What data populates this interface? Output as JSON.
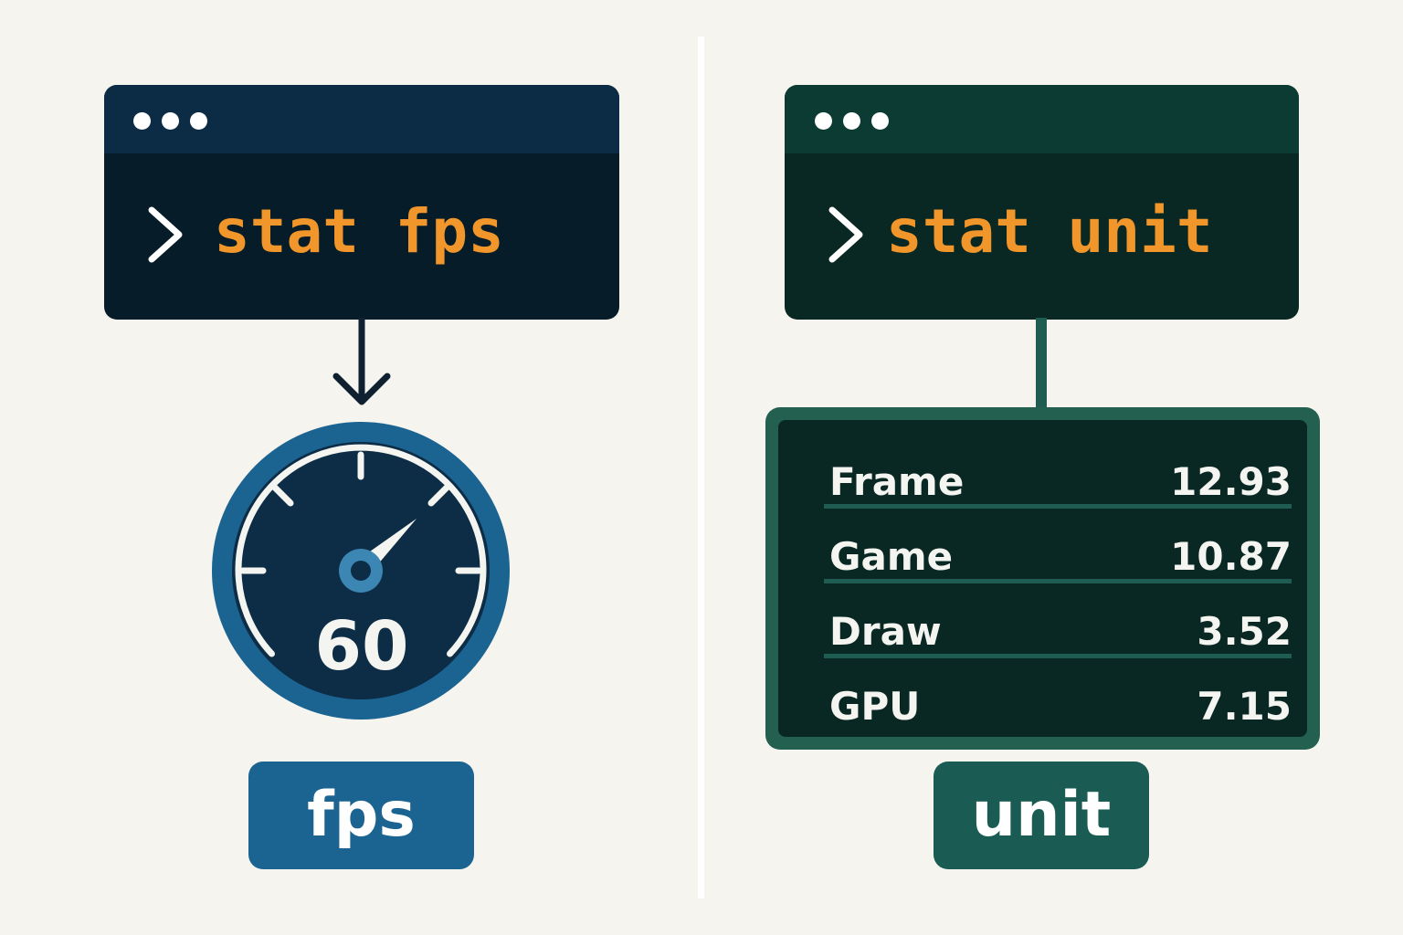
{
  "left_panel": {
    "console": {
      "command": "stat fps",
      "titlebar_dots": 3,
      "background": "#071c29",
      "titlebar_color": "#0c2c46"
    },
    "gauge": {
      "value_text": "60",
      "color": "#1b6390"
    },
    "badge_label": "fps",
    "badge_color": "#1b6390"
  },
  "right_panel": {
    "console": {
      "command": "stat unit",
      "titlebar_dots": 3,
      "background": "#0a2823",
      "titlebar_color": "#0c3b33"
    },
    "stats": [
      {
        "label": "Frame",
        "value": "12.93"
      },
      {
        "label": "Game",
        "value": "10.87"
      },
      {
        "label": "Draw",
        "value": "3.52"
      },
      {
        "label": "GPU",
        "value": "7.15"
      }
    ],
    "badge_label": "unit",
    "badge_color": "#1a5c53"
  },
  "icons": {
    "prompt": "chevron-right-icon",
    "arrow": "arrow-down-icon",
    "gauge": "speedometer-icon"
  },
  "accent_colors": {
    "command_text": "#f0962a",
    "background": "#f6f4ef"
  }
}
